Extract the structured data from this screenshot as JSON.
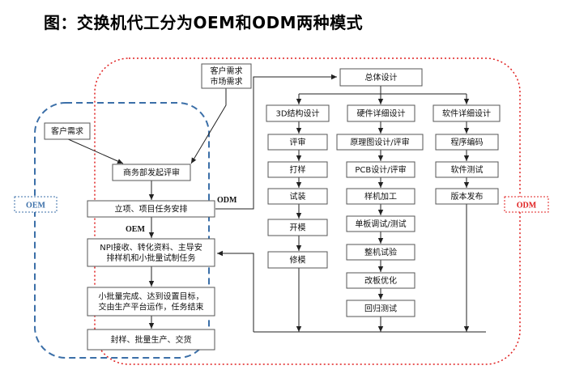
{
  "title": "图：交换机代工分为OEM和ODM两种模式",
  "regions": {
    "oem_label": "OEM",
    "odm_label": "ODM",
    "oem_color": "#3b6fa8",
    "odm_color": "#e02020"
  },
  "flow_labels": {
    "odm_arrow": "ODM",
    "oem_arrow": "OEM"
  },
  "nodes": {
    "customer_req": "客户需求",
    "market_req": [
      "客户需求",
      "市场需求"
    ],
    "biz_review": "商务部发起评审",
    "project_setup": "立项、项目任务安排",
    "npi": [
      "NPI接收、转化资料、主导安",
      "排样机和小批量试制任务"
    ],
    "small_batch": [
      "小批量完成、达到设置目标，",
      "交由生产平台运作，任务结束"
    ],
    "mass_prod": "封样、批量生产、交货",
    "overall_design": "总体设计",
    "struct_design": "3D结构设计",
    "hw_design": "硬件详细设计",
    "sw_design": "软件详细设计",
    "struct_review": "评审",
    "struct_sample": "打样",
    "struct_fit": "试装",
    "struct_mold": "开模",
    "struct_repair": "修模",
    "hw_schematic": "原理图设计/评审",
    "hw_pcb": "PCB设计/评审",
    "hw_proto": "样机加工",
    "hw_board_test": "单板调试/测试",
    "hw_system_test": "整机试验",
    "hw_optimize": "改板优化",
    "hw_regression": "回归测试",
    "sw_coding": "程序编码",
    "sw_test": "软件测试",
    "sw_release": "版本发布"
  }
}
